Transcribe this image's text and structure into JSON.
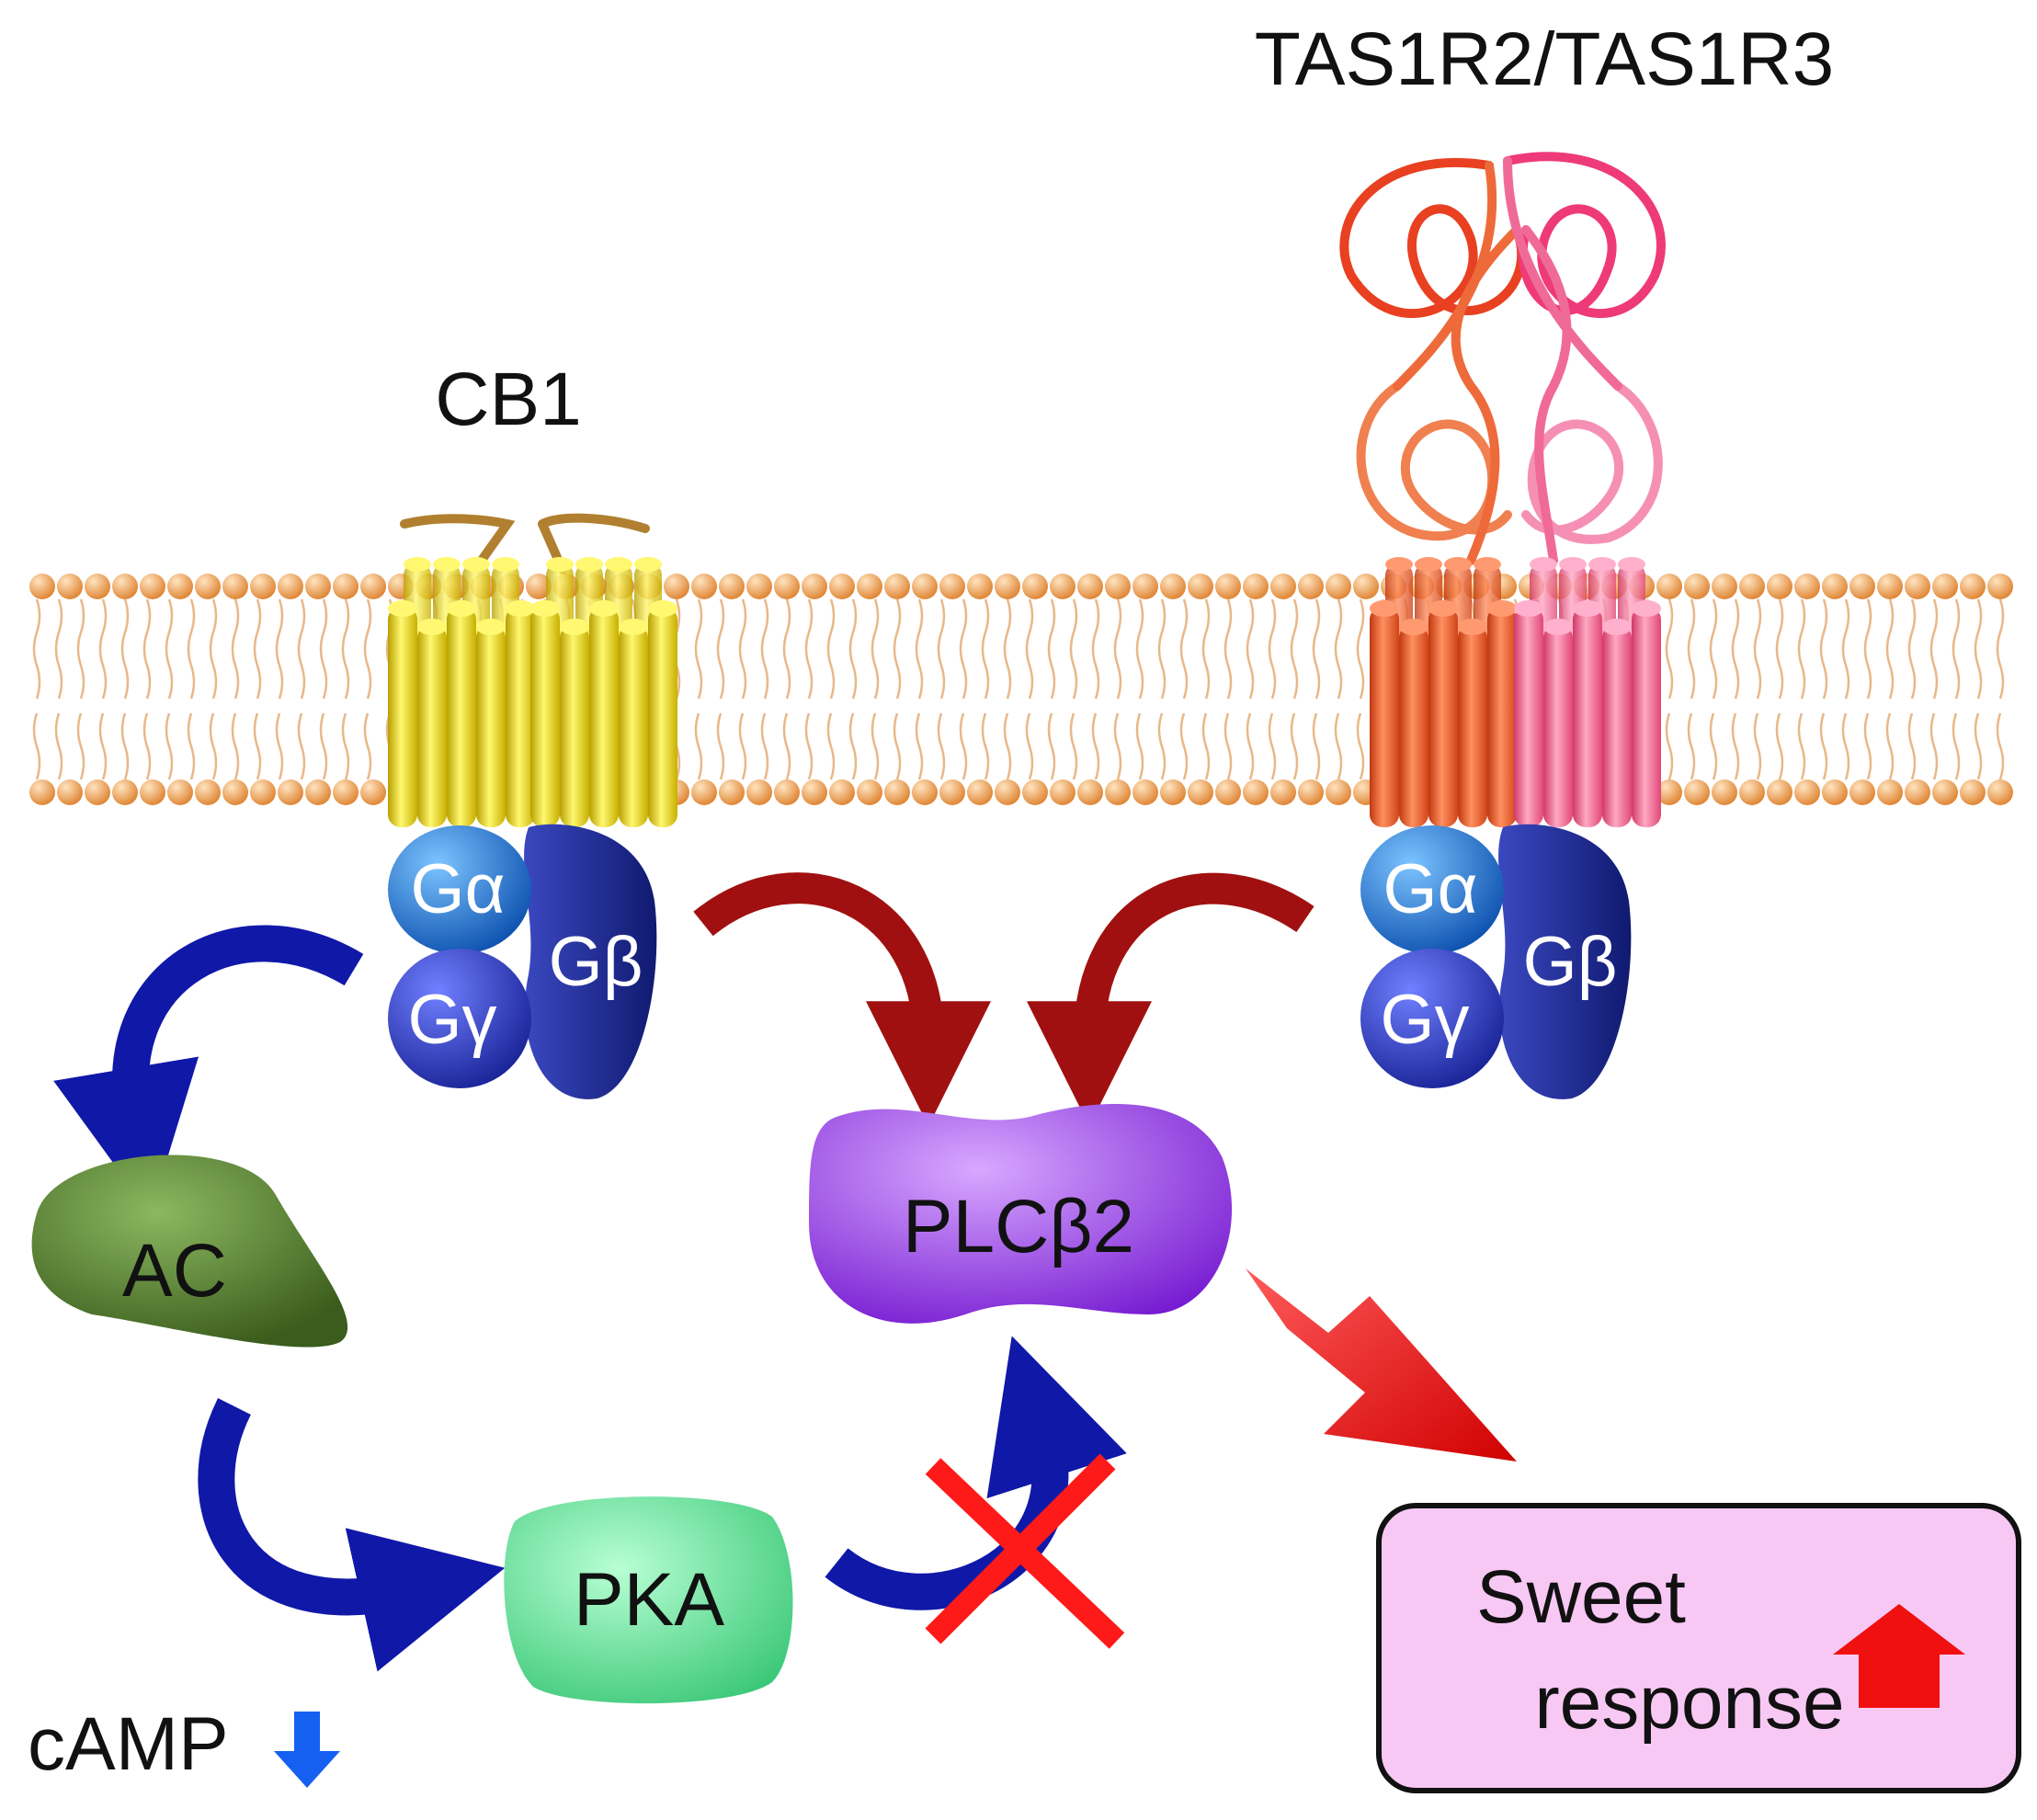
{
  "labels": {
    "cb1": "CB1",
    "tas": "TAS1R2/TAS1R3",
    "g_alpha": "Gα",
    "g_beta": "Gβ",
    "g_gamma": "Gγ",
    "ac": "AC",
    "pka": "PKA",
    "plc": "PLCβ2",
    "camp": "cAMP",
    "sweet_line1": "Sweet",
    "sweet_line2": "response"
  },
  "colors": {
    "lipid_head": "#f0a050",
    "lipid_tail": "#e8b888",
    "cb1_helix": "#f2e010",
    "cb1_loop": "#b08030",
    "tas1r2": "#f06030",
    "tas1r3": "#f0608a",
    "g_alpha": "#1f78d8",
    "g_beta": "#1c2a98",
    "g_gamma": "#2c3ec8",
    "ac": "#4f7a2c",
    "pka": "#5ee39a",
    "plc": "#9b3df0",
    "blue_arrow": "#1018a8",
    "red_arrow": "#a01010",
    "response_arrow": "#f01010",
    "cross": "#ff1a1a",
    "box_fill": "#f8c8f4",
    "box_stroke": "#111111",
    "down_arrow": "#1560f0",
    "up_arrow": "#f01010"
  },
  "icons": {
    "inhibition": "red-x-icon",
    "camp_change": "down-arrow-icon",
    "sweet_change": "up-arrow-icon"
  }
}
